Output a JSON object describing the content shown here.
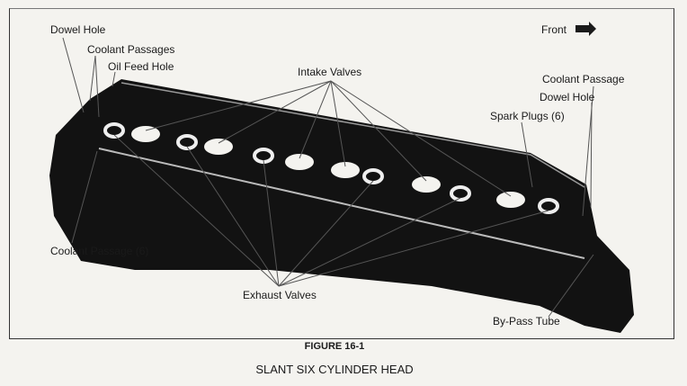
{
  "figure": {
    "number": "FIGURE 16-1",
    "title": "SLANT SIX CYLINDER HEAD",
    "labels": {
      "dowel_hole_left": "Dowel Hole",
      "coolant_passages": "Coolant Passages",
      "oil_feed_hole": "Oil Feed Hole",
      "intake_valves": "Intake Valves",
      "front": "Front",
      "coolant_passage_right": "Coolant Passage",
      "dowel_hole_right": "Dowel Hole",
      "spark_plugs": "Spark Plugs (6)",
      "coolant_passage_6": "Coolant Passage (6)",
      "exhaust_valves": "Exhaust Valves",
      "bypass_tube": "By-Pass Tube"
    }
  }
}
